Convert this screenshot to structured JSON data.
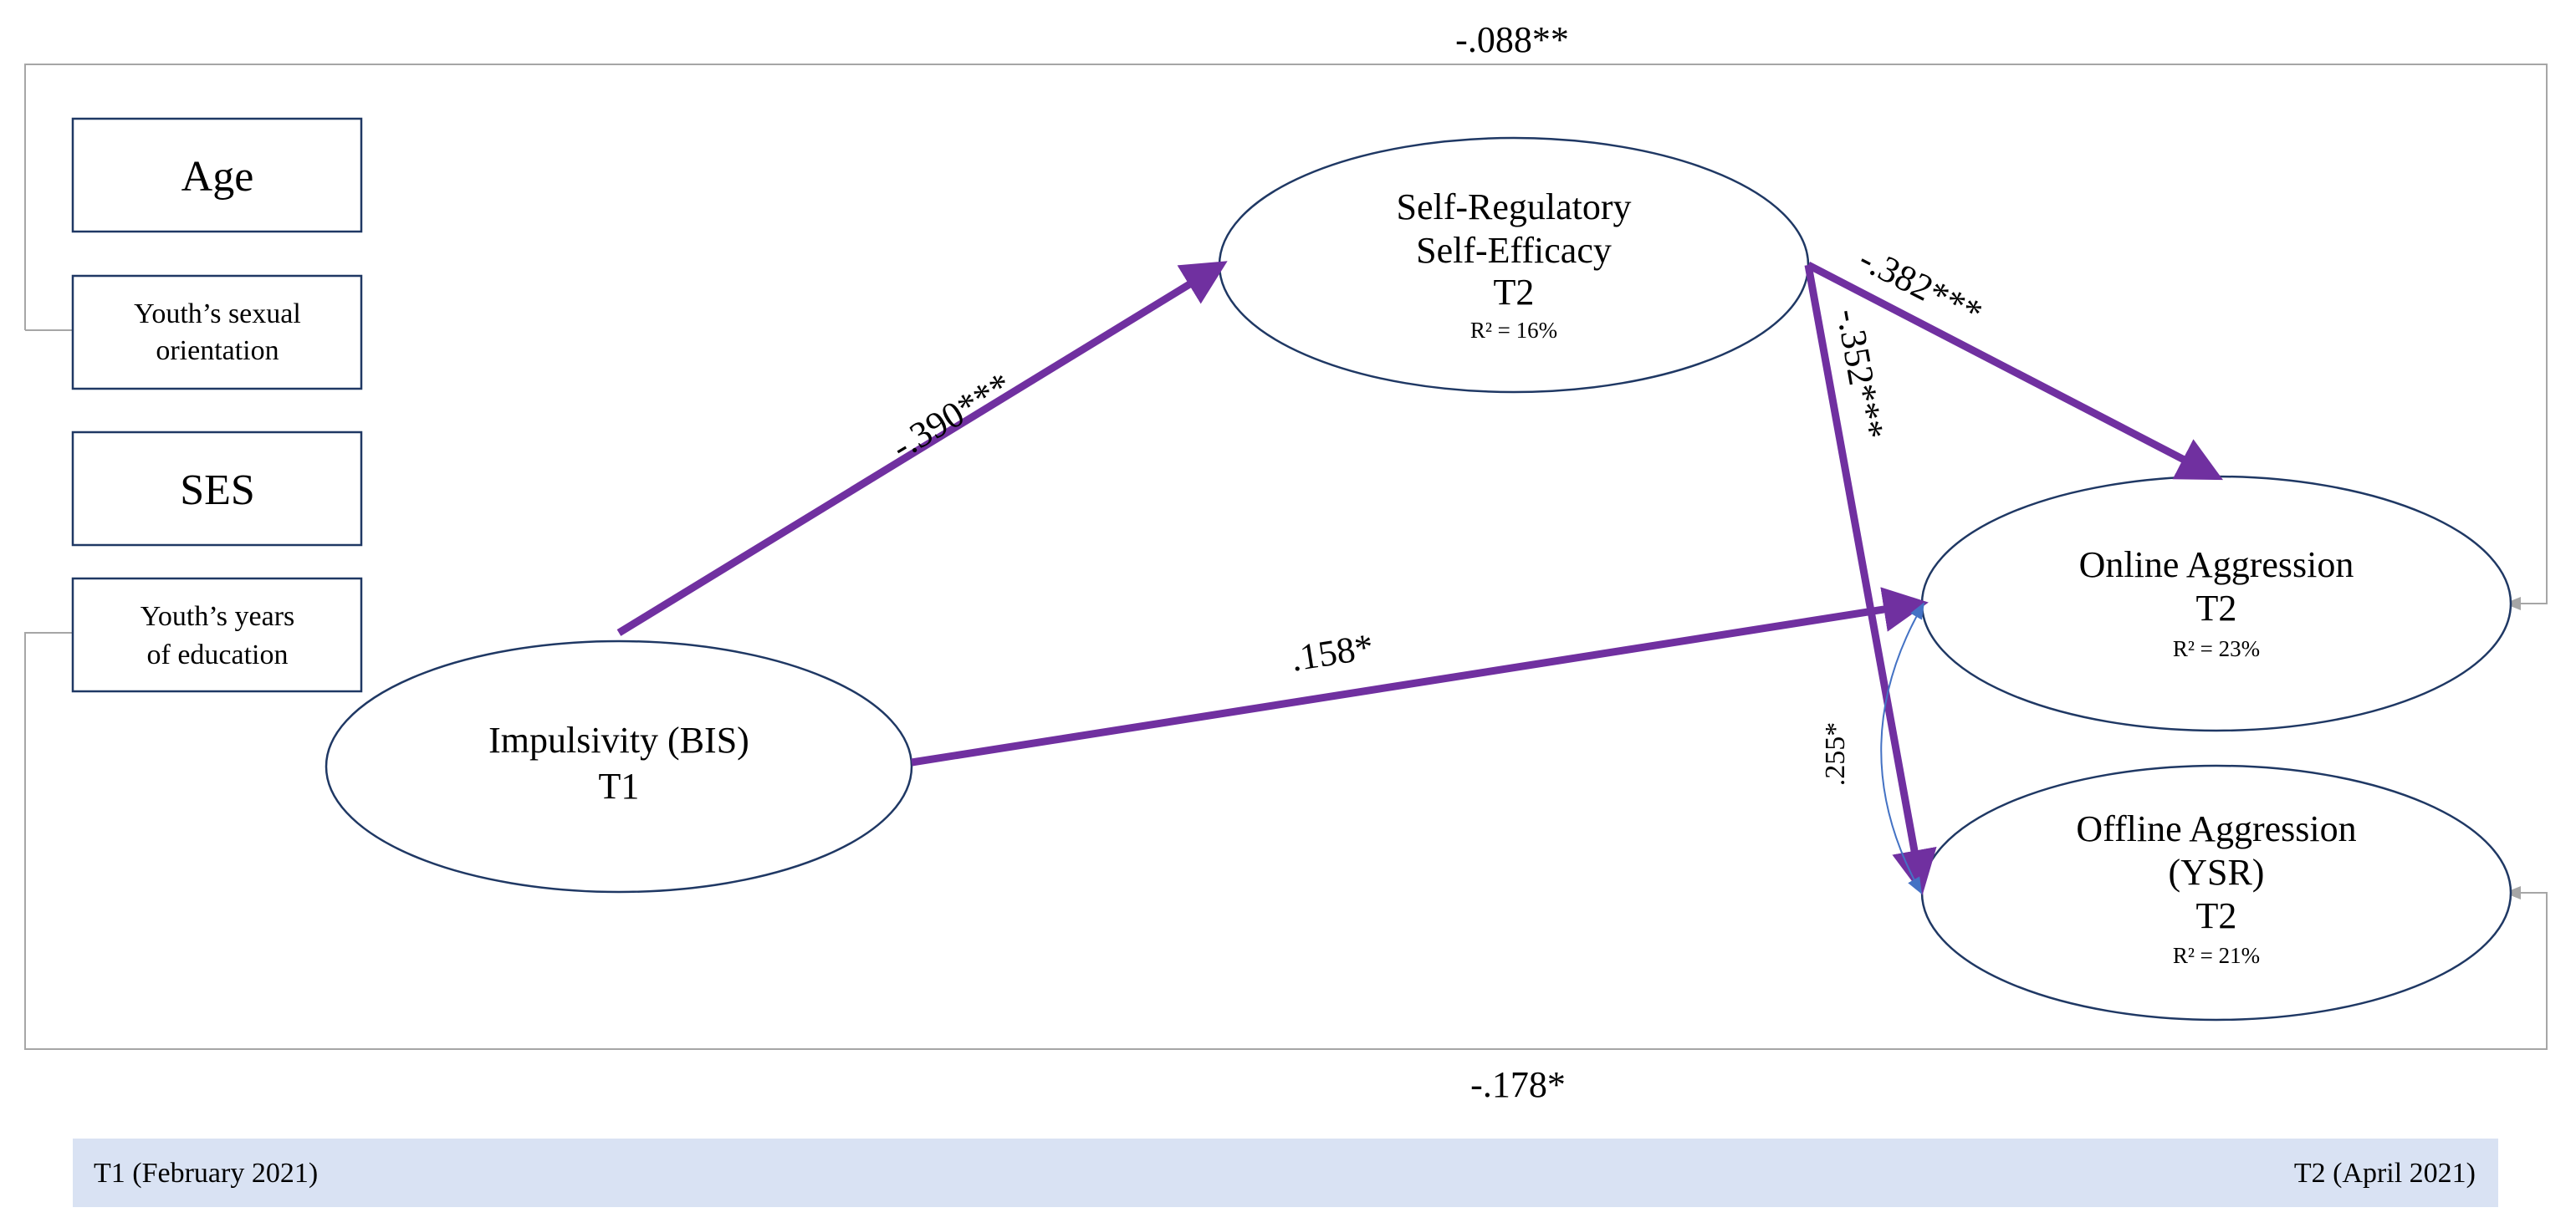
{
  "covariates": {
    "age": "Age",
    "sexual_orientation": [
      "Youth’s sexual",
      "orientation"
    ],
    "ses": "SES",
    "education": [
      "Youth’s years",
      "of education"
    ]
  },
  "nodes": {
    "impulsivity": [
      "Impulsivity (BIS)",
      "T1"
    ],
    "self_efficacy": [
      "Self-Regulatory",
      "Self-Efficacy",
      "T2"
    ],
    "self_efficacy_r2": "R² = 16%",
    "online": [
      "Online Aggression",
      "T2"
    ],
    "online_r2": "R² = 23%",
    "offline": [
      "Offline Aggression",
      "(YSR)",
      "T2"
    ],
    "offline_r2": "R² = 21%"
  },
  "paths": {
    "imp_to_sse": "-.390***",
    "imp_to_online": ".158*",
    "sse_to_online": "-.382***",
    "sse_to_offline": "-.352***",
    "online_offline_cov": ".255*",
    "control_top": "-.088**",
    "control_bottom": "-.178*"
  },
  "timeline": {
    "t1": "T1 (February 2021)",
    "t2": "T2 (April 2021)",
    "color": "#d9e2f3"
  },
  "colors": {
    "path": "#7030a0",
    "node_border": "#1f3864",
    "control_line": "#a6a6a6",
    "covariance": "#4472c4"
  }
}
